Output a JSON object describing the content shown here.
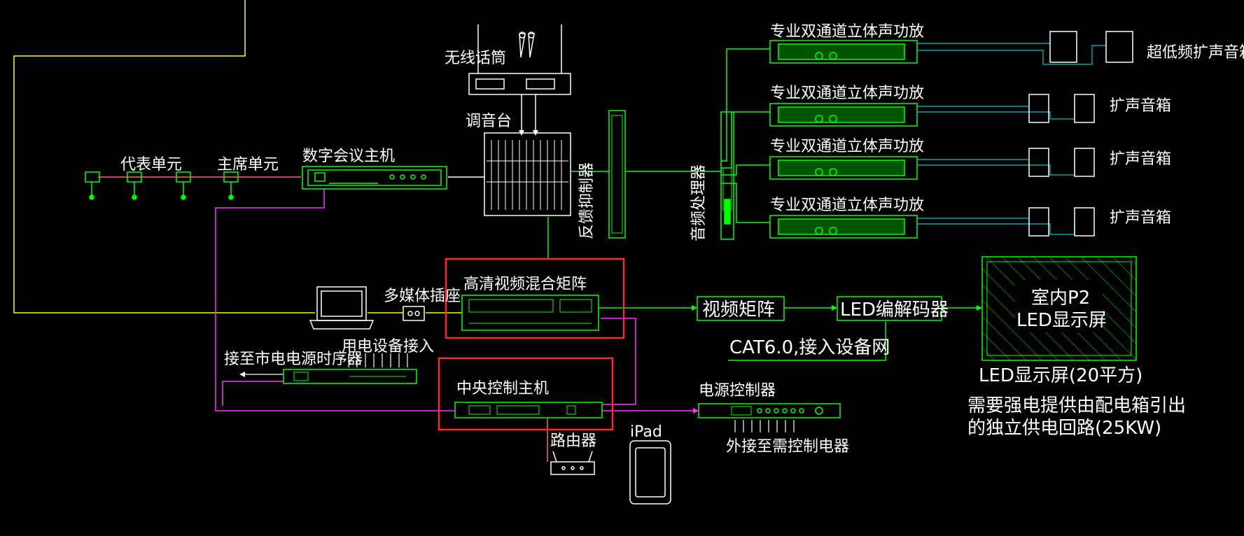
{
  "labels": {
    "wireless_mic": "无线话筒",
    "mixer": "调音台",
    "delegate_unit": "代表单元",
    "chairman_unit": "主席单元",
    "conference_host": "数字会议主机",
    "feedback_suppressor": "反馈抑制器",
    "audio_processor": "音频处理器",
    "amp1": "专业双通道立体声功放",
    "amp2": "专业双通道立体声功放",
    "amp3": "专业双通道立体声功放",
    "amp4": "专业双通道立体声功放",
    "subwoofer": "超低频扩声音箱",
    "speaker1": "扩声音箱",
    "speaker2": "扩声音箱",
    "speaker3": "扩声音箱",
    "multimedia_socket": "多媒体插座",
    "hd_matrix": "高清视频混合矩阵",
    "video_matrix": "视频矩阵",
    "led_codec": "LED编解码器",
    "led_screen_line1": "室内P2",
    "led_screen_line2": "LED显示屏",
    "led_caption": "LED显示屏(20平方)",
    "power_note_line1": "需要强电提供由配电箱引出",
    "power_note_line2": "的独立供电回路(25KW)",
    "cat6": "CAT6.0,接入设备网",
    "sequencer": "接至市电电源时序器",
    "device_input": "用电设备接入",
    "central_control": "中央控制主机",
    "power_controller": "电源控制器",
    "external_control": "外接至需控制电器",
    "router": "路由器",
    "ipad": "iPad"
  },
  "colors": {
    "background": "#000000",
    "device": "#00ff00",
    "audio_line": "#00ff00",
    "amp_to_speaker": "#00c8c8",
    "control_line": "#ff33ff",
    "network_line": "#ffff00",
    "highlight_box": "#ff2a2a",
    "mixer_line": "#ffffff",
    "red_line": "#ff6666"
  }
}
